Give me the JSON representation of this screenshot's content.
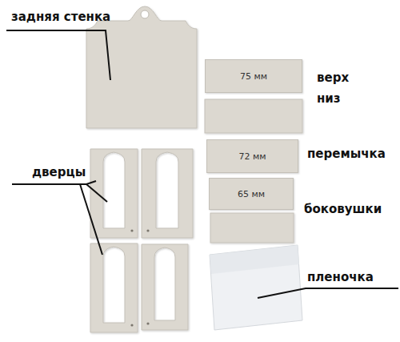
{
  "diagram": {
    "nodes": [
      {
        "text": [
          "75 мм"
        ]
      },
      {
        "text": [
          "72 мм"
        ]
      },
      {
        "text": [
          "65 мм"
        ]
      }
    ],
    "labels": [
      "задняя стенка",
      "верх",
      "низ",
      "перемычка",
      "дверцы",
      "боковушки",
      "пленочка"
    ]
  }
}
